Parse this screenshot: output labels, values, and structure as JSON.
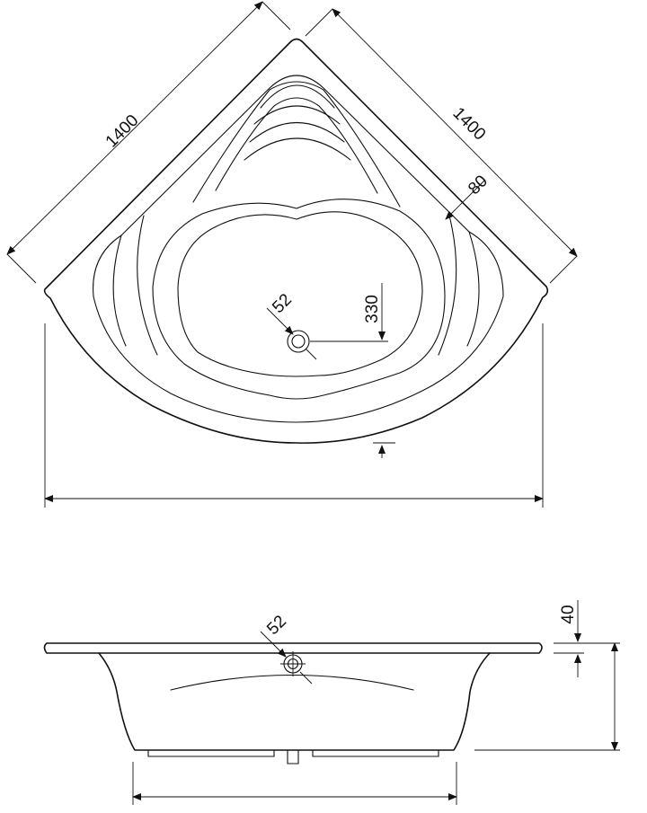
{
  "top_view": {
    "side_length_left": "1400",
    "side_length_right": "1400",
    "rim_width": "80",
    "drain_diameter": "52",
    "drain_offset": "330"
  },
  "side_view": {
    "drain_diameter": "52",
    "rim_thickness": "40"
  },
  "colors": {
    "line": "#111111",
    "background": "#ffffff"
  }
}
